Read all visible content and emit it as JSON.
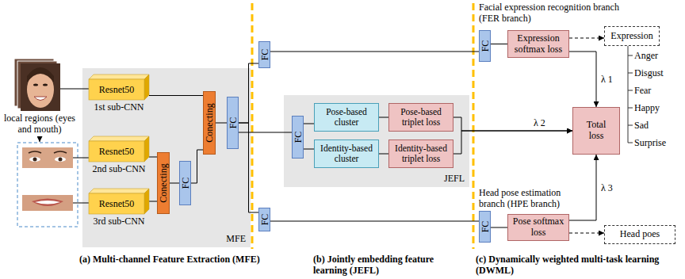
{
  "diagram": {
    "nodes": [
      {
        "text": [
          "MFE"
        ]
      },
      {
        "text": [
          "Resnet50",
          "1st sub-CNN"
        ],
        "in": 0
      },
      {
        "text": [
          "Resnet50",
          "2nd sub-CNN"
        ],
        "in": 0
      },
      {
        "text": [
          "Resnet50",
          "3rd sub-CNN"
        ],
        "in": 0
      },
      {
        "text": [
          "Conecting"
        ],
        "in": 0
      },
      {
        "text": [
          "FC"
        ],
        "in": 0
      },
      {
        "text": [
          "Conecting"
        ],
        "in": 0
      },
      {
        "text": [
          "FC"
        ],
        "in": 0
      },
      {
        "text": [
          "FC"
        ]
      },
      {
        "text": [
          "FC"
        ]
      },
      {
        "text": [
          "JEFL"
        ]
      },
      {
        "text": [
          "FC"
        ],
        "in": 10
      },
      {
        "text": [
          "Pose-based cluster"
        ],
        "in": 10
      },
      {
        "text": [
          "Identity-based cluster"
        ],
        "in": 10
      },
      {
        "text": [
          "Pose-based triplet loss"
        ],
        "in": 10
      },
      {
        "text": [
          "Identity-based triplet loss"
        ],
        "in": 10
      },
      {
        "text": [
          "FC"
        ]
      },
      {
        "text": [
          "Expression softmax loss"
        ]
      },
      {
        "text": [
          "Expression"
        ]
      },
      {
        "text": [
          "Total loss"
        ]
      },
      {
        "text": [
          "FC"
        ]
      },
      {
        "text": [
          "Pose softmax loss"
        ]
      },
      {
        "text": [
          "Head poes"
        ]
      }
    ],
    "edges": [
      {
        "from": 2,
        "to": 4,
        "arrow": "none"
      },
      {
        "from": 3,
        "to": 4,
        "arrow": "none"
      },
      {
        "from": 4,
        "to": 5,
        "arrow": "none"
      },
      {
        "from": 1,
        "to": 6,
        "arrow": "none"
      },
      {
        "from": 5,
        "to": 6,
        "arrow": "none"
      },
      {
        "from": 6,
        "to": 7,
        "arrow": "none"
      },
      {
        "from": 7,
        "to": 8,
        "arrow": "none"
      },
      {
        "from": 7,
        "to": 11,
        "arrow": "none"
      },
      {
        "from": 7,
        "to": 9,
        "arrow": "none"
      },
      {
        "from": 11,
        "to": 12,
        "arrow": "none"
      },
      {
        "from": 11,
        "to": 13,
        "arrow": "none"
      },
      {
        "from": 12,
        "to": 14,
        "arrow": "none"
      },
      {
        "from": 13,
        "to": 15,
        "arrow": "none"
      },
      {
        "from": 8,
        "to": 16,
        "arrow": "none"
      },
      {
        "from": 16,
        "to": 17,
        "arrow": "none"
      },
      {
        "from": 17,
        "to": 18,
        "arrow": "to"
      },
      {
        "from": 17,
        "to": 19,
        "arrow": "to",
        "label": "λ 1"
      },
      {
        "from": 14,
        "to": 19,
        "arrow": "to",
        "label": "λ 2"
      },
      {
        "from": 15,
        "to": 19,
        "arrow": "to"
      },
      {
        "from": 9,
        "to": 20,
        "arrow": "none"
      },
      {
        "from": 20,
        "to": 21,
        "arrow": "none"
      },
      {
        "from": 21,
        "to": 19,
        "arrow": "to",
        "label": "λ 3"
      },
      {
        "from": 21,
        "to": 22,
        "arrow": "to"
      }
    ],
    "labels": [
      "local regions (eyes and mouth)",
      "Facial expression recognition branch (FER branch)",
      "Anger",
      "Disgust",
      "Fear",
      "Happy",
      "Sad",
      "Surprise",
      "Head pose estimation branch (HPE branch)",
      "(a) Multi-channel Feature Extraction (MFE)",
      "(b) Jointly embedding feature learning (JEFL)",
      "(c) Dynamically weighted multi-task learning (DWML)"
    ]
  }
}
